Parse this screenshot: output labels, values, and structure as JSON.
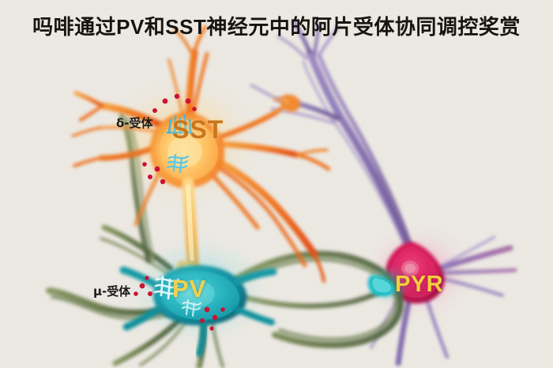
{
  "figure": {
    "title": "吗啡通过PV和SST神经元中的阿片受体协同调控奖赏",
    "background_color": "#ece9e3",
    "title_color": "#17140f",
    "kind": "scientific-illustration",
    "subject": "neural circuit schematic of opioid receptor modulation"
  },
  "labels": {
    "sst_neuron": "SST",
    "pv_neuron": "PV",
    "pyr_neuron": "PYR",
    "delta_receptor": "δ-受体",
    "mu_receptor": "μ-受体"
  },
  "colors": {
    "sst_orange": "#f07a26",
    "sst_soma_glow": "#ffd27a",
    "pv_teal": "#18b2b8",
    "pv_dark_teal": "#0c6a78",
    "pyr_crimson": "#d81e63",
    "pyr_purple": "#8a72b4",
    "dendrite_green": "#6e7f4a",
    "receptor_blue": "#3fb7e0",
    "ligand_red": "#cc1133",
    "sst_label": "#c8761c",
    "pv_label": "#f0d24a",
    "pyr_label": "#f2cf3d"
  },
  "elements": {
    "sst_cell": "SST interneuron, orange, multipolar soma with radiating dendrites",
    "pv_cell": "PV interneuron, teal soma with dark green dendrites",
    "pyr_cell": "Pyramidal neuron, crimson soma with purple apical and basal dendrites",
    "delta_receptors": "cyan comb-shaped receptor clusters on SST soma membrane",
    "mu_receptors": "pale receptor clusters on PV soma membrane",
    "ligands": "red dots representing morphine / opioid ligand molecules",
    "synapse_sst_to_pv": "orange SST axon terminal onto teal PV soma",
    "synapse_sst_to_pyr": "orange SST axon terminal onto purple PYR dendrite",
    "synapse_pv_to_pyr": "teal PV axon terminal onto crimson PYR soma"
  }
}
